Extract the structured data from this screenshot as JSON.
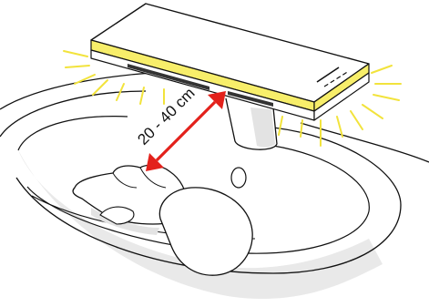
{
  "diagram": {
    "distance_label": "20 - 40 cm"
  },
  "colors": {
    "light_glow": "#f2e33c",
    "sensor_band": "#f7ee6a",
    "distance_arrow": "#e3211b",
    "basin_shadow": "#e9e9e9",
    "outline": "#111111",
    "background": "#ffffff"
  },
  "icons": {
    "distance_arrow": "double-headed-arrow",
    "light_rays": "radiating-lines"
  }
}
